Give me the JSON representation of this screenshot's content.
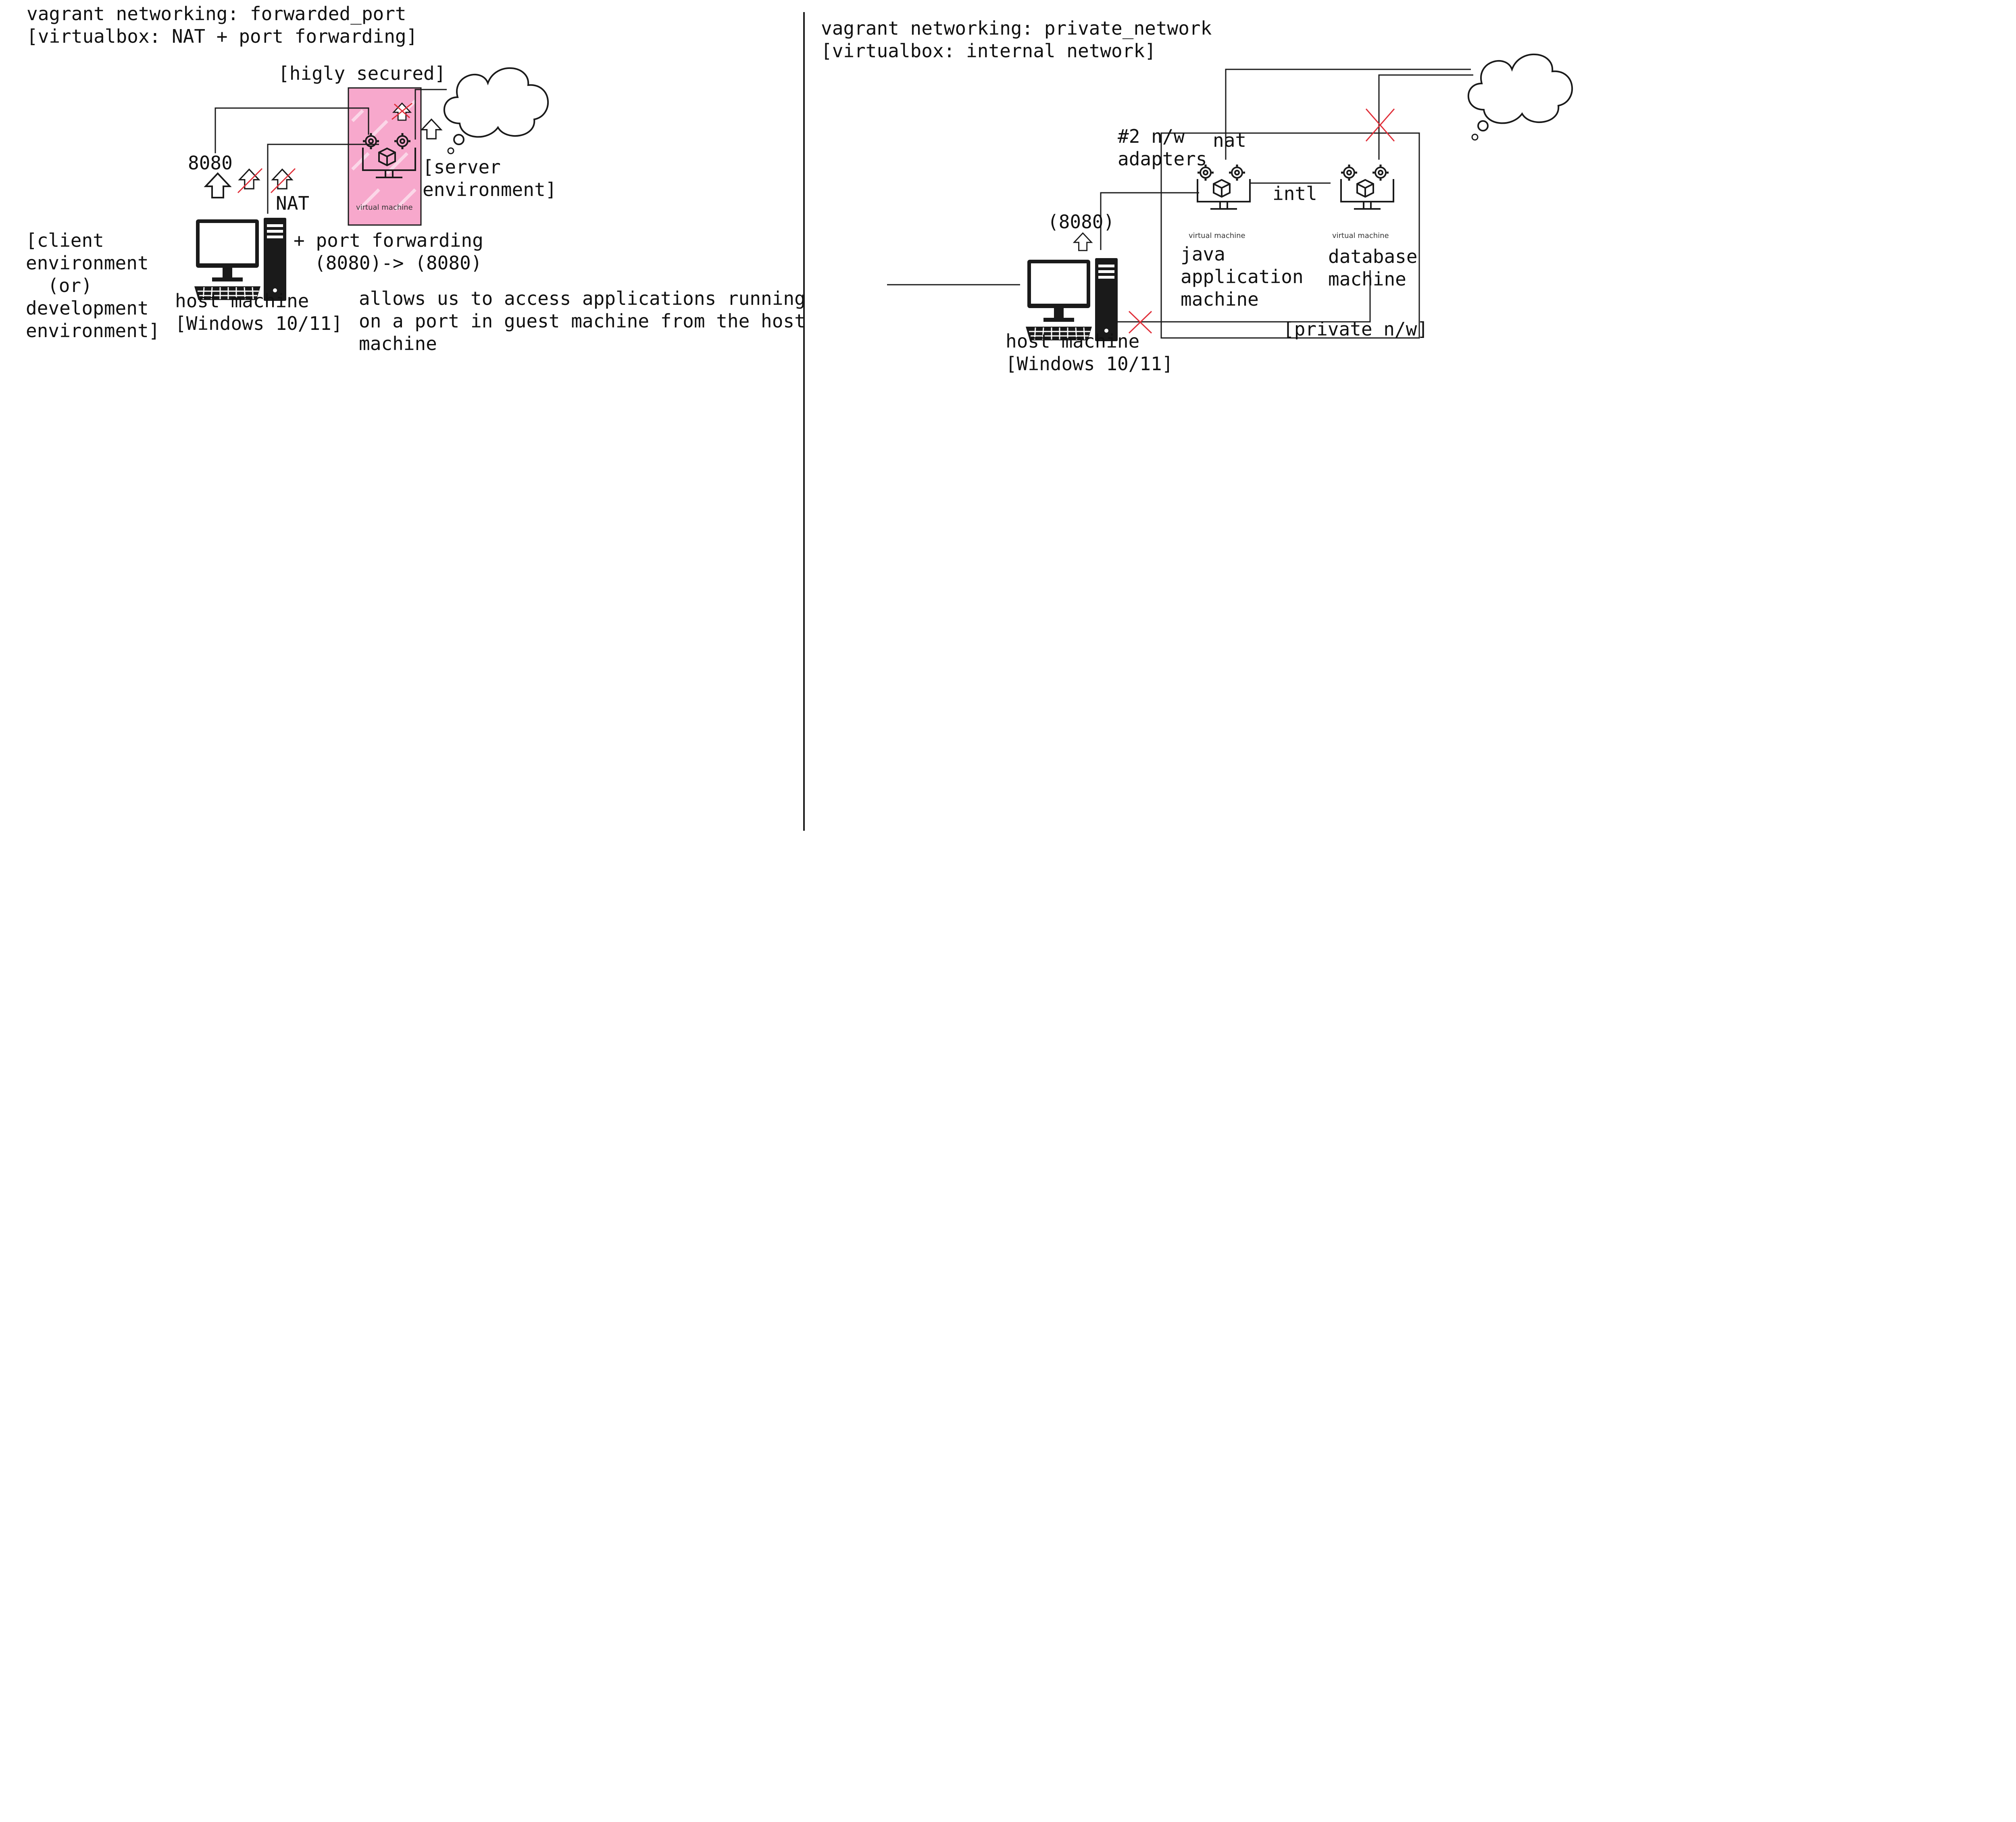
{
  "left_panel": {
    "title_line1": "vagrant networking: forwarded_port",
    "title_line2": "[virtualbox: NAT + port forwarding]",
    "secured_label": "[higly secured]",
    "port_label": "8080",
    "nat_label": "NAT",
    "vm_caption": "virtual machine",
    "server_env_line1": "[server",
    "server_env_line2": "environment]",
    "port_fwd_line1": "+ port forwarding",
    "port_fwd_line2": "(8080)-> (8080)",
    "client_env_lines": [
      "[client",
      "environment",
      "(or)",
      "development",
      "environment]"
    ],
    "host_line1": "host machine",
    "host_line2": "[Windows 10/11]",
    "desc_lines": [
      "allows us to access applications running",
      "on a port in guest machine from the host",
      "machine"
    ],
    "vm_fill_color": "#f7a8cc"
  },
  "right_panel": {
    "title_line1": "vagrant networking: private_network",
    "title_line2": "[virtualbox: internal network]",
    "adapters_line1": "#2 n/w",
    "adapters_line2": "adapters",
    "nat_label": "nat",
    "intl_label": "intl",
    "port_label": "(8080)",
    "vm_caption": "virtual machine",
    "java_lines": [
      "java",
      "application",
      "machine"
    ],
    "db_lines": [
      "database",
      "machine"
    ],
    "private_label": "[private n/w]",
    "host_line1": "host machine",
    "host_line2": "[Windows 10/11]",
    "blocked_color": "#e0303a"
  }
}
